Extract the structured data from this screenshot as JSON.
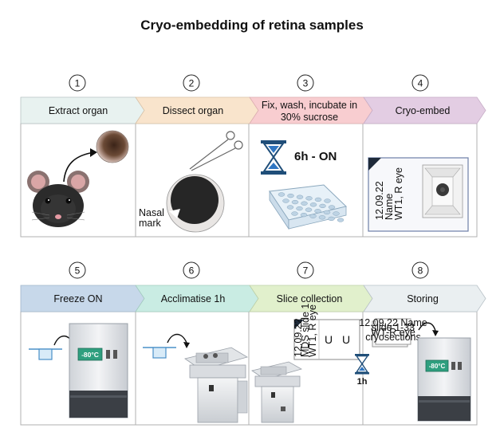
{
  "title": "Cryo-embedding of retina samples",
  "steps": [
    {
      "number": "1",
      "label": "Extract organ",
      "color": "#e8f2f0"
    },
    {
      "number": "2",
      "label": "Dissect organ",
      "color": "#f9e4cc"
    },
    {
      "number": "3",
      "label_line1": "Fix, wash, incubate in",
      "label_line2": "30% sucrose",
      "color": "#f8cdd0"
    },
    {
      "number": "4",
      "label": "Cryo-embed",
      "color": "#e3cde3"
    },
    {
      "number": "5",
      "label": "Freeze ON",
      "color": "#c7d8ea"
    },
    {
      "number": "6",
      "label": "Acclimatise 1h",
      "color": "#c9ece3"
    },
    {
      "number": "7",
      "label": "Slice collection",
      "color": "#e1f0cc"
    },
    {
      "number": "8",
      "label": "Storing",
      "color": "#eaeff1"
    }
  ],
  "panel2": {
    "nasal_line1": "Nasal",
    "nasal_line2": "mark"
  },
  "panel3": {
    "duration": "6h - ON"
  },
  "panel4": {
    "label_line1": "12.09.22",
    "label_line2": "Name",
    "label_line3": "WT1, R eye"
  },
  "panel5": {
    "temp": "-80°C"
  },
  "panel7": {
    "label_line1": "12.09.22",
    "label_line2": "MDS slide 1",
    "label_line3": "WT1, R eye",
    "u1": "U",
    "u2": "U",
    "timer": "1h"
  },
  "panel8": {
    "temp": "-80°C",
    "note_line1": "12.09.22 Name",
    "note_line2": "slide 1-33",
    "note_line3": "WT-R eye",
    "note_line4": "cryosections"
  }
}
